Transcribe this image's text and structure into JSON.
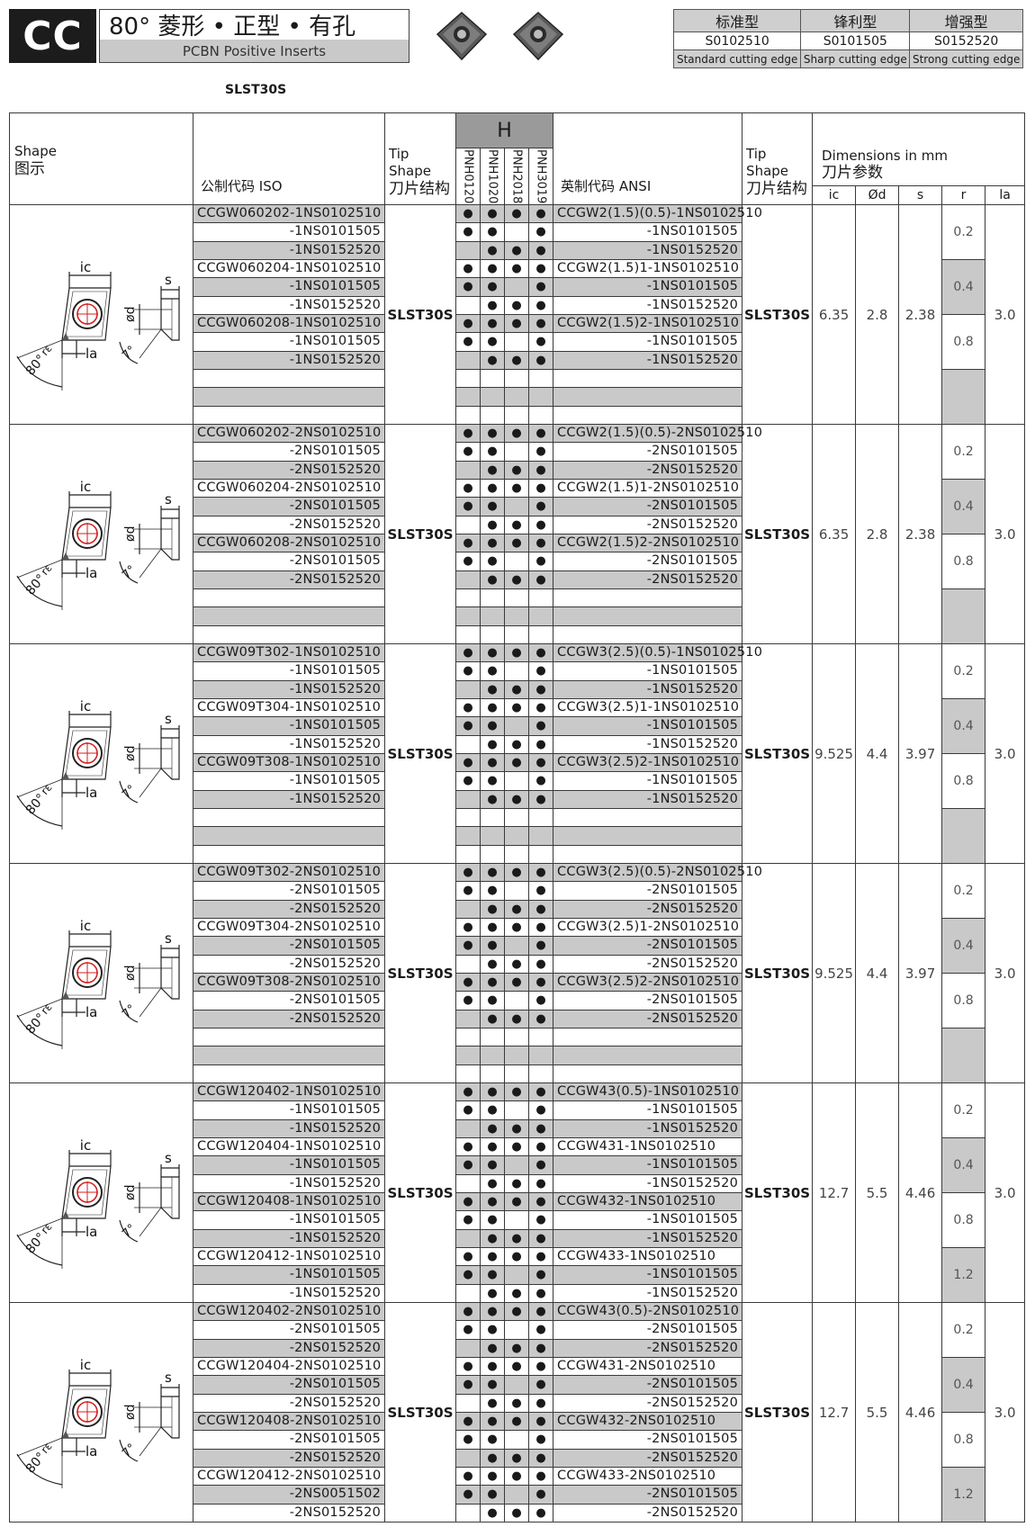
{
  "header": {
    "logo": "CC",
    "title": "80° 菱形 • 正型 • 有孔",
    "subtitle": "PCBN Positive Inserts",
    "edge_types": [
      {
        "name": "标准型",
        "code": "S0102510",
        "desc": "Standard cutting edge"
      },
      {
        "name": "锋利型",
        "code": "S0101505",
        "desc": "Sharp cutting edge"
      },
      {
        "name": "增强型",
        "code": "S0152520",
        "desc": "Strong cutting edge"
      }
    ],
    "caption": "SLST30S"
  },
  "table_header": {
    "shape_en": "Shape",
    "shape_cn": "图示",
    "iso": "公制代码 ISO",
    "tip_en": "Tip Shape",
    "tip_cn": "刀片结构",
    "group": "H",
    "grades": [
      "PNH0120",
      "PNH1020",
      "PNH2018",
      "PNH3019"
    ],
    "ansi": "英制代码 ANSI",
    "dims_en": "Dimensions in mm",
    "dims_cn": "刀片参数",
    "dim_cols": [
      "ic",
      "Ød",
      "s",
      "r",
      "la"
    ]
  },
  "diagram_labels": {
    "ic": "ic",
    "s": "s",
    "d": "ød",
    "la": "la",
    "re": "rε",
    "angle": "80°",
    "clear": "7°"
  },
  "dot": "●",
  "sections": [
    {
      "tip": "SLST30S",
      "ic": "6.35",
      "d": "2.8",
      "s": "2.38",
      "la": "3.0",
      "r": [
        "0.2",
        "0.4",
        "0.8",
        ""
      ],
      "rows": [
        {
          "iso": "CCGW060202-1NS0102510",
          "ansi": "CCGW2(1.5)(0.5)-1NS0102510",
          "dots": [
            1,
            1,
            1,
            1
          ],
          "g": 1,
          "lead": 1
        },
        {
          "iso": "-1NS0101505",
          "ansi": "-1NS0101505",
          "dots": [
            1,
            1,
            0,
            1
          ],
          "g": 0
        },
        {
          "iso": "-1NS0152520",
          "ansi": "-1NS0152520",
          "dots": [
            0,
            1,
            1,
            1
          ],
          "g": 1
        },
        {
          "iso": "CCGW060204-1NS0102510",
          "ansi": "CCGW2(1.5)1-1NS0102510",
          "dots": [
            1,
            1,
            1,
            1
          ],
          "g": 0,
          "lead": 1
        },
        {
          "iso": "-1NS0101505",
          "ansi": "-1NS0101505",
          "dots": [
            1,
            1,
            0,
            1
          ],
          "g": 1
        },
        {
          "iso": "-1NS0152520",
          "ansi": "-1NS0152520",
          "dots": [
            0,
            1,
            1,
            1
          ],
          "g": 0
        },
        {
          "iso": "CCGW060208-1NS0102510",
          "ansi": "CCGW2(1.5)2-1NS0102510",
          "dots": [
            1,
            1,
            1,
            1
          ],
          "g": 1,
          "lead": 1
        },
        {
          "iso": "-1NS0101505",
          "ansi": "-1NS0101505",
          "dots": [
            1,
            1,
            0,
            1
          ],
          "g": 0
        },
        {
          "iso": "-1NS0152520",
          "ansi": "-1NS0152520",
          "dots": [
            0,
            1,
            1,
            1
          ],
          "g": 1
        },
        {
          "iso": "",
          "ansi": "",
          "dots": [
            0,
            0,
            0,
            0
          ],
          "g": 0
        },
        {
          "iso": "",
          "ansi": "",
          "dots": [
            0,
            0,
            0,
            0
          ],
          "g": 1
        },
        {
          "iso": "",
          "ansi": "",
          "dots": [
            0,
            0,
            0,
            0
          ],
          "g": 0
        }
      ]
    },
    {
      "tip": "SLST30S",
      "ic": "6.35",
      "d": "2.8",
      "s": "2.38",
      "la": "3.0",
      "r": [
        "0.2",
        "0.4",
        "0.8",
        ""
      ],
      "rows": [
        {
          "iso": "CCGW060202-2NS0102510",
          "ansi": "CCGW2(1.5)(0.5)-2NS0102510",
          "dots": [
            1,
            1,
            1,
            1
          ],
          "g": 1,
          "lead": 1
        },
        {
          "iso": "-2NS0101505",
          "ansi": "-2NS0101505",
          "dots": [
            1,
            1,
            0,
            1
          ],
          "g": 0
        },
        {
          "iso": "-2NS0152520",
          "ansi": "-2NS0152520",
          "dots": [
            0,
            1,
            1,
            1
          ],
          "g": 1
        },
        {
          "iso": "CCGW060204-2NS0102510",
          "ansi": "CCGW2(1.5)1-2NS0102510",
          "dots": [
            1,
            1,
            1,
            1
          ],
          "g": 0,
          "lead": 1
        },
        {
          "iso": "-2NS0101505",
          "ansi": "-2NS0101505",
          "dots": [
            1,
            1,
            0,
            1
          ],
          "g": 1
        },
        {
          "iso": "-2NS0152520",
          "ansi": "-2NS0152520",
          "dots": [
            0,
            1,
            1,
            1
          ],
          "g": 0
        },
        {
          "iso": "CCGW060208-2NS0102510",
          "ansi": "CCGW2(1.5)2-2NS0102510",
          "dots": [
            1,
            1,
            1,
            1
          ],
          "g": 1,
          "lead": 1
        },
        {
          "iso": "-2NS0101505",
          "ansi": "-2NS0101505",
          "dots": [
            1,
            1,
            0,
            1
          ],
          "g": 0
        },
        {
          "iso": "-2NS0152520",
          "ansi": "-2NS0152520",
          "dots": [
            0,
            1,
            1,
            1
          ],
          "g": 1
        },
        {
          "iso": "",
          "ansi": "",
          "dots": [
            0,
            0,
            0,
            0
          ],
          "g": 0
        },
        {
          "iso": "",
          "ansi": "",
          "dots": [
            0,
            0,
            0,
            0
          ],
          "g": 1
        },
        {
          "iso": "",
          "ansi": "",
          "dots": [
            0,
            0,
            0,
            0
          ],
          "g": 0
        }
      ]
    },
    {
      "tip": "SLST30S",
      "ic": "9.525",
      "d": "4.4",
      "s": "3.97",
      "la": "3.0",
      "r": [
        "0.2",
        "0.4",
        "0.8",
        ""
      ],
      "rows": [
        {
          "iso": "CCGW09T302-1NS0102510",
          "ansi": "CCGW3(2.5)(0.5)-1NS0102510",
          "dots": [
            1,
            1,
            1,
            1
          ],
          "g": 1,
          "lead": 1
        },
        {
          "iso": "-1NS0101505",
          "ansi": "-1NS0101505",
          "dots": [
            1,
            1,
            0,
            1
          ],
          "g": 0
        },
        {
          "iso": "-1NS0152520",
          "ansi": "-1NS0152520",
          "dots": [
            0,
            1,
            1,
            1
          ],
          "g": 1
        },
        {
          "iso": "CCGW09T304-1NS0102510",
          "ansi": "CCGW3(2.5)1-1NS0102510",
          "dots": [
            1,
            1,
            1,
            1
          ],
          "g": 0,
          "lead": 1
        },
        {
          "iso": "-1NS0101505",
          "ansi": "-1NS0101505",
          "dots": [
            1,
            1,
            0,
            1
          ],
          "g": 1
        },
        {
          "iso": "-1NS0152520",
          "ansi": "-1NS0152520",
          "dots": [
            0,
            1,
            1,
            1
          ],
          "g": 0
        },
        {
          "iso": "CCGW09T308-1NS0102510",
          "ansi": "CCGW3(2.5)2-1NS0102510",
          "dots": [
            1,
            1,
            1,
            1
          ],
          "g": 1,
          "lead": 1
        },
        {
          "iso": "-1NS0101505",
          "ansi": "-1NS0101505",
          "dots": [
            1,
            1,
            0,
            1
          ],
          "g": 0
        },
        {
          "iso": "-1NS0152520",
          "ansi": "-1NS0152520",
          "dots": [
            0,
            1,
            1,
            1
          ],
          "g": 1
        },
        {
          "iso": "",
          "ansi": "",
          "dots": [
            0,
            0,
            0,
            0
          ],
          "g": 0
        },
        {
          "iso": "",
          "ansi": "",
          "dots": [
            0,
            0,
            0,
            0
          ],
          "g": 1
        },
        {
          "iso": "",
          "ansi": "",
          "dots": [
            0,
            0,
            0,
            0
          ],
          "g": 0
        }
      ]
    },
    {
      "tip": "SLST30S",
      "ic": "9.525",
      "d": "4.4",
      "s": "3.97",
      "la": "3.0",
      "r": [
        "0.2",
        "0.4",
        "0.8",
        ""
      ],
      "rows": [
        {
          "iso": "CCGW09T302-2NS0102510",
          "ansi": "CCGW3(2.5)(0.5)-2NS0102510",
          "dots": [
            1,
            1,
            1,
            1
          ],
          "g": 1,
          "lead": 1
        },
        {
          "iso": "-2NS0101505",
          "ansi": "-2NS0101505",
          "dots": [
            1,
            1,
            0,
            1
          ],
          "g": 0
        },
        {
          "iso": "-2NS0152520",
          "ansi": "-2NS0152520",
          "dots": [
            0,
            1,
            1,
            1
          ],
          "g": 1
        },
        {
          "iso": "CCGW09T304-2NS0102510",
          "ansi": "CCGW3(2.5)1-2NS0102510",
          "dots": [
            1,
            1,
            1,
            1
          ],
          "g": 0,
          "lead": 1
        },
        {
          "iso": "-2NS0101505",
          "ansi": "-2NS0101505",
          "dots": [
            1,
            1,
            0,
            1
          ],
          "g": 1
        },
        {
          "iso": "-2NS0152520",
          "ansi": "-2NS0152520",
          "dots": [
            0,
            1,
            1,
            1
          ],
          "g": 0
        },
        {
          "iso": "CCGW09T308-2NS0102510",
          "ansi": "CCGW3(2.5)2-2NS0102510",
          "dots": [
            1,
            1,
            1,
            1
          ],
          "g": 1,
          "lead": 1
        },
        {
          "iso": "-2NS0101505",
          "ansi": "-2NS0101505",
          "dots": [
            1,
            1,
            0,
            1
          ],
          "g": 0
        },
        {
          "iso": "-2NS0152520",
          "ansi": "-2NS0152520",
          "dots": [
            0,
            1,
            1,
            1
          ],
          "g": 1
        },
        {
          "iso": "",
          "ansi": "",
          "dots": [
            0,
            0,
            0,
            0
          ],
          "g": 0
        },
        {
          "iso": "",
          "ansi": "",
          "dots": [
            0,
            0,
            0,
            0
          ],
          "g": 1
        },
        {
          "iso": "",
          "ansi": "",
          "dots": [
            0,
            0,
            0,
            0
          ],
          "g": 0
        }
      ]
    },
    {
      "tip": "SLST30S",
      "ic": "12.7",
      "d": "5.5",
      "s": "4.46",
      "la": "3.0",
      "r": [
        "0.2",
        "0.4",
        "0.8",
        "1.2"
      ],
      "rows": [
        {
          "iso": "CCGW120402-1NS0102510",
          "ansi": "CCGW43(0.5)-1NS0102510",
          "dots": [
            1,
            1,
            1,
            1
          ],
          "g": 1,
          "lead": 1
        },
        {
          "iso": "-1NS0101505",
          "ansi": "-1NS0101505",
          "dots": [
            1,
            1,
            0,
            1
          ],
          "g": 0
        },
        {
          "iso": "-1NS0152520",
          "ansi": "-1NS0152520",
          "dots": [
            0,
            1,
            1,
            1
          ],
          "g": 1
        },
        {
          "iso": "CCGW120404-1NS0102510",
          "ansi": "CCGW431-1NS0102510",
          "dots": [
            1,
            1,
            1,
            1
          ],
          "g": 0,
          "lead": 1
        },
        {
          "iso": "-1NS0101505",
          "ansi": "-1NS0101505",
          "dots": [
            1,
            1,
            0,
            1
          ],
          "g": 1
        },
        {
          "iso": "-1NS0152520",
          "ansi": "-1NS0152520",
          "dots": [
            0,
            1,
            1,
            1
          ],
          "g": 0
        },
        {
          "iso": "CCGW120408-1NS0102510",
          "ansi": "CCGW432-1NS0102510",
          "dots": [
            1,
            1,
            1,
            1
          ],
          "g": 1,
          "lead": 1
        },
        {
          "iso": "-1NS0101505",
          "ansi": "-1NS0101505",
          "dots": [
            1,
            1,
            0,
            1
          ],
          "g": 0
        },
        {
          "iso": "-1NS0152520",
          "ansi": "-1NS0152520",
          "dots": [
            0,
            1,
            1,
            1
          ],
          "g": 1
        },
        {
          "iso": "CCGW120412-1NS0102510",
          "ansi": "CCGW433-1NS0102510",
          "dots": [
            1,
            1,
            1,
            1
          ],
          "g": 0,
          "lead": 1
        },
        {
          "iso": "-1NS0101505",
          "ansi": "-1NS0101505",
          "dots": [
            1,
            1,
            0,
            1
          ],
          "g": 1
        },
        {
          "iso": "-1NS0152520",
          "ansi": "-1NS0152520",
          "dots": [
            0,
            1,
            1,
            1
          ],
          "g": 0
        }
      ]
    },
    {
      "tip": "SLST30S",
      "ic": "12.7",
      "d": "5.5",
      "s": "4.46",
      "la": "3.0",
      "r": [
        "0.2",
        "0.4",
        "0.8",
        "1.2"
      ],
      "rows": [
        {
          "iso": "CCGW120402-2NS0102510",
          "ansi": "CCGW43(0.5)-2NS0102510",
          "dots": [
            1,
            1,
            1,
            1
          ],
          "g": 1,
          "lead": 1
        },
        {
          "iso": "-2NS0101505",
          "ansi": "-2NS0101505",
          "dots": [
            1,
            1,
            0,
            1
          ],
          "g": 0
        },
        {
          "iso": "-2NS0152520",
          "ansi": "-2NS0152520",
          "dots": [
            0,
            1,
            1,
            1
          ],
          "g": 1
        },
        {
          "iso": "CCGW120404-2NS0102510",
          "ansi": "CCGW431-2NS0102510",
          "dots": [
            1,
            1,
            1,
            1
          ],
          "g": 0,
          "lead": 1
        },
        {
          "iso": "-2NS0101505",
          "ansi": "-2NS0101505",
          "dots": [
            1,
            1,
            0,
            1
          ],
          "g": 1
        },
        {
          "iso": "-2NS0152520",
          "ansi": "-2NS0152520",
          "dots": [
            0,
            1,
            1,
            1
          ],
          "g": 0
        },
        {
          "iso": "CCGW120408-2NS0102510",
          "ansi": "CCGW432-2NS0102510",
          "dots": [
            1,
            1,
            1,
            1
          ],
          "g": 1,
          "lead": 1
        },
        {
          "iso": "-2NS0101505",
          "ansi": "-2NS0101505",
          "dots": [
            1,
            1,
            0,
            1
          ],
          "g": 0
        },
        {
          "iso": "-2NS0152520",
          "ansi": "-2NS0152520",
          "dots": [
            0,
            1,
            1,
            1
          ],
          "g": 1
        },
        {
          "iso": "CCGW120412-2NS0102510",
          "ansi": "CCGW433-2NS0102510",
          "dots": [
            1,
            1,
            1,
            1
          ],
          "g": 0,
          "lead": 1
        },
        {
          "iso": "-2NS0051502",
          "ansi": "-2NS0101505",
          "dots": [
            1,
            1,
            0,
            1
          ],
          "g": 1
        },
        {
          "iso": "-2NS0152520",
          "ansi": "-2NS0152520",
          "dots": [
            0,
            1,
            1,
            1
          ],
          "g": 0
        }
      ]
    }
  ]
}
